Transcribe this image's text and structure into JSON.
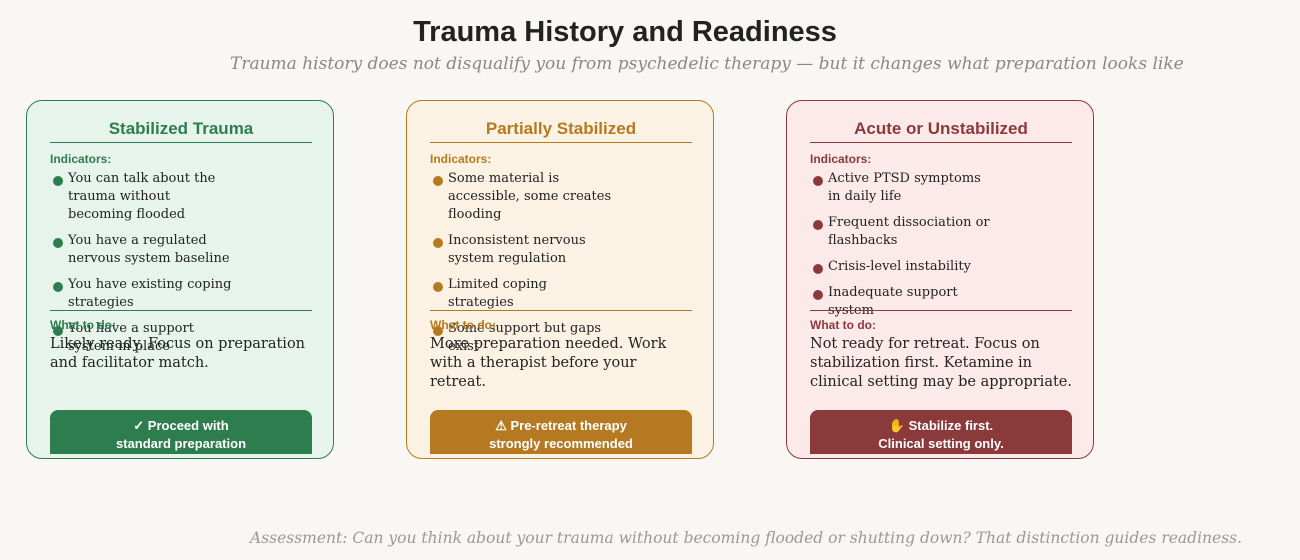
{
  "title": "Trauma History and Readiness",
  "subtitle": "Trauma history does not disqualify you from psychedelic therapy — but it changes what preparation looks like",
  "footer": "Assessment: Can you think about your trauma without becoming flooded or shutting down? That distinction guides readiness.",
  "cards": [
    {
      "title": "Stabilized Trauma",
      "indicators_label": "Indicators:",
      "indicators": [
        "You can talk about the trauma without becoming flooded",
        "You have a regulated nervous system baseline",
        "You have existing coping strategies",
        "You have a support system in place"
      ],
      "todo_label": "What to do:",
      "todo_text": "Likely ready. Focus on preparation and facilitator match.",
      "action_icon": "check-icon",
      "action_line1": "Proceed with",
      "action_line2": "standard preparation",
      "colors": {
        "accent": "#2e7d4f",
        "background": "#e7f4ec"
      }
    },
    {
      "title": "Partially Stabilized",
      "indicators_label": "Indicators:",
      "indicators": [
        "Some material is accessible, some creates flooding",
        "Inconsistent nervous system regulation",
        "Limited coping strategies",
        "Some support but gaps exist"
      ],
      "todo_label": "What to do:",
      "todo_text": "More preparation needed. Work with a therapist before your retreat.",
      "action_icon": "warning-icon",
      "action_line1": "Pre-retreat therapy",
      "action_line2": "strongly recommended",
      "colors": {
        "accent": "#b57a21",
        "background": "#fcf2e3"
      }
    },
    {
      "title": "Acute or Unstabilized",
      "indicators_label": "Indicators:",
      "indicators": [
        "Active PTSD symptoms in daily life",
        "Frequent dissociation or flashbacks",
        "Crisis-level instability",
        "Inadequate support system"
      ],
      "todo_label": "What to do:",
      "todo_text": "Not ready for retreat. Focus on stabilization first. Ketamine in clinical setting may be appropriate.",
      "action_icon": "stop-icon",
      "action_line1": "Stabilize first.",
      "action_line2": "Clinical setting only.",
      "colors": {
        "accent": "#8b3a3c",
        "background": "#fce9e9"
      }
    }
  ]
}
